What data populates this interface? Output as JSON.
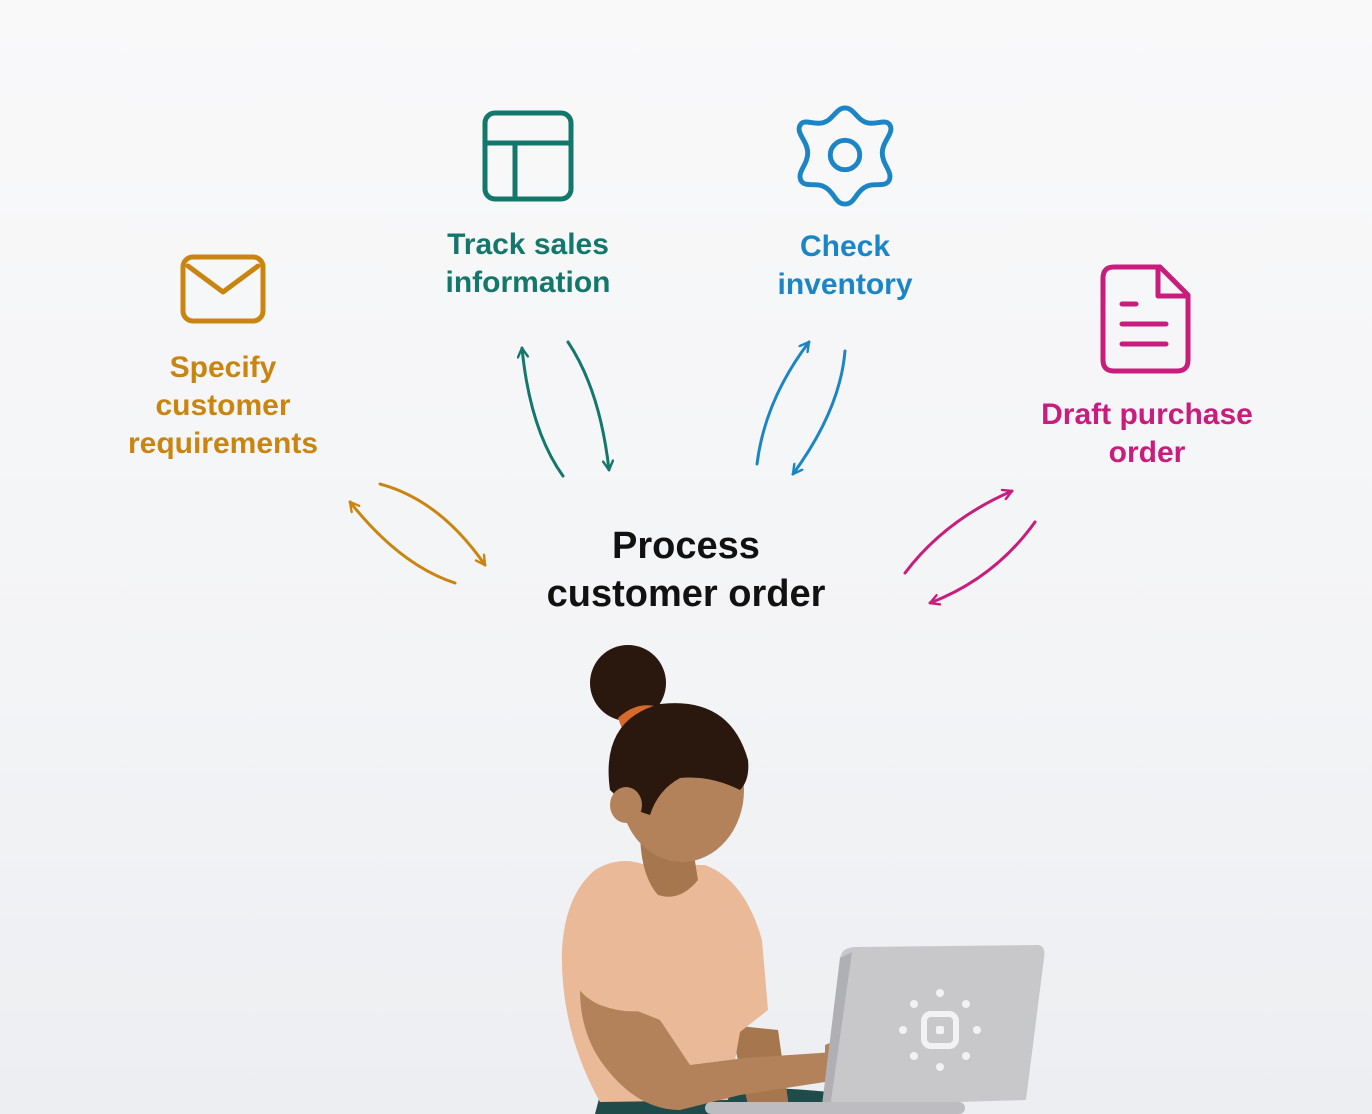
{
  "diagram": {
    "center_title": "Process\ncustomer order",
    "nodes": [
      {
        "id": "specify",
        "label": "Specify\ncustomer\nrequirements",
        "icon": "envelope-icon",
        "color": "#C9850F"
      },
      {
        "id": "track",
        "label": "Track sales\ninformation",
        "icon": "table-icon",
        "color": "#14776B"
      },
      {
        "id": "check",
        "label": "Check\ninventory",
        "icon": "gear-icon",
        "color": "#1B85C6"
      },
      {
        "id": "draft",
        "label": "Draft purchase\norder",
        "icon": "document-icon",
        "color": "#C81D7D"
      }
    ]
  },
  "colors": {
    "title": "#111111",
    "skin": "#B3825B",
    "hair": "#2A170E",
    "hair_tie": "#D66A2B",
    "shirt": "#EAB998",
    "laptop": "#C8C8CB"
  }
}
